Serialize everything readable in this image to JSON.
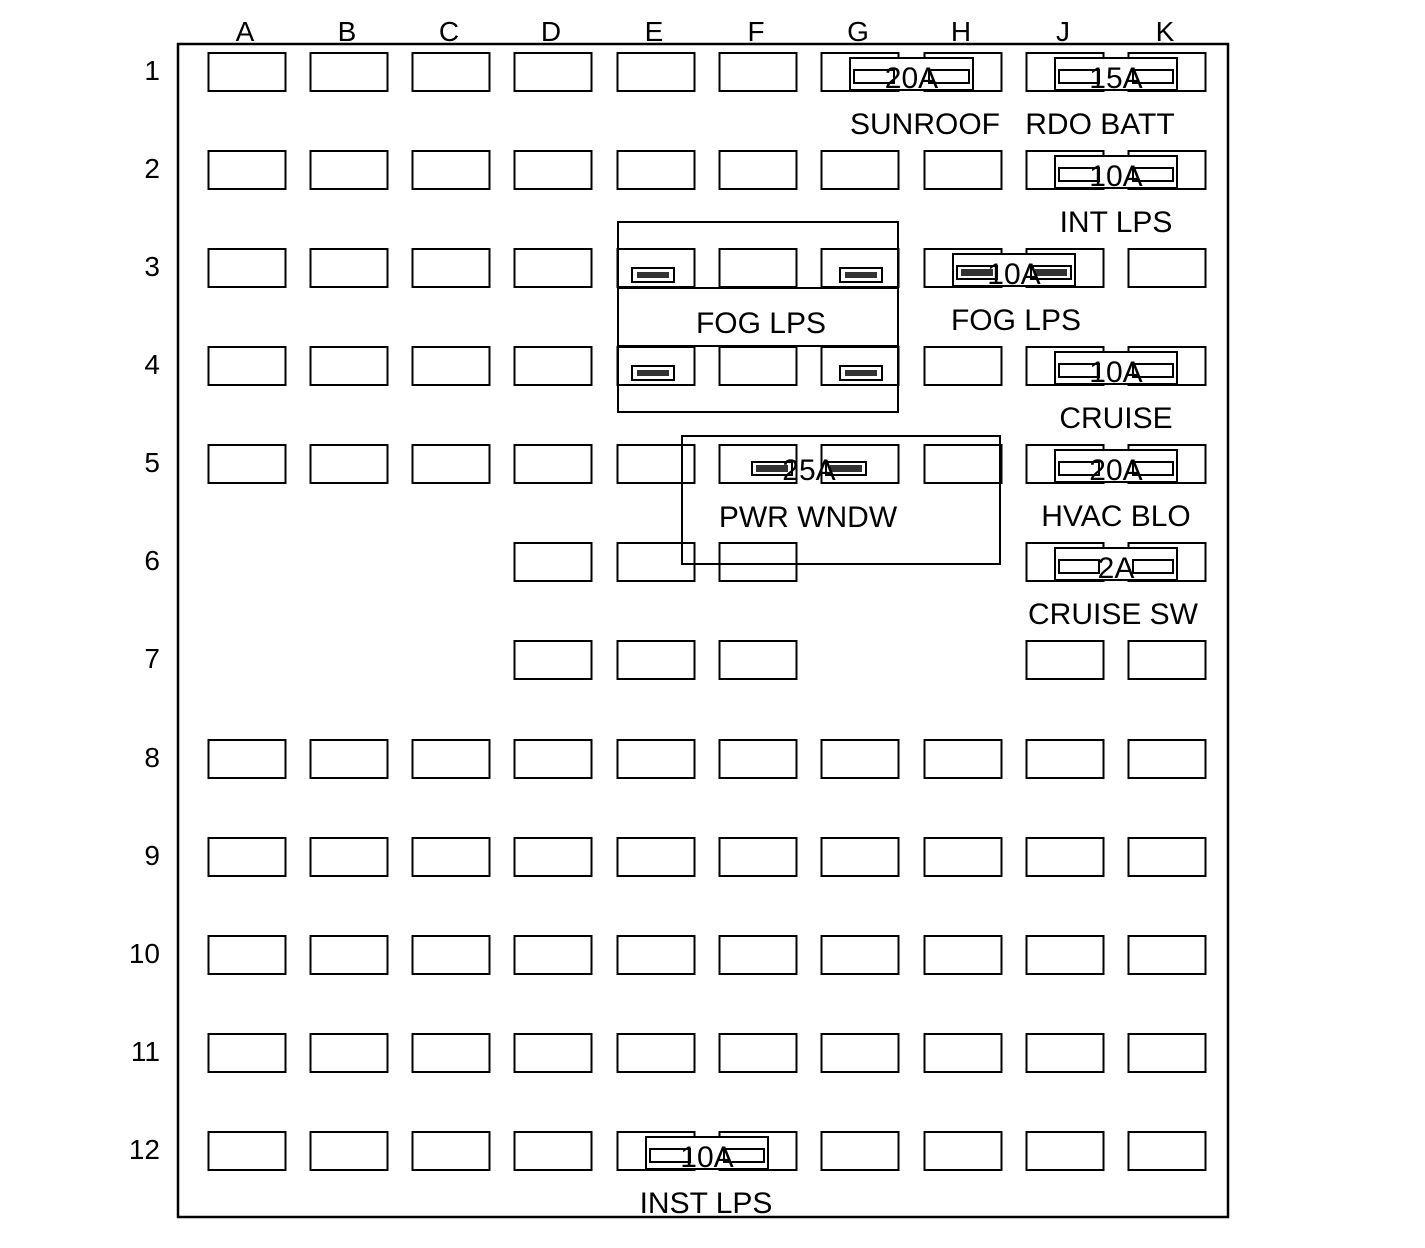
{
  "columns": [
    "A",
    "B",
    "C",
    "D",
    "E",
    "F",
    "G",
    "H",
    "J",
    "K"
  ],
  "rows": [
    "1",
    "2",
    "3",
    "4",
    "5",
    "6",
    "7",
    "8",
    "9",
    "10",
    "11",
    "12"
  ],
  "fuses": [
    {
      "id": "fuse-g1-h1",
      "rating": "20A",
      "label": "SUNROOF",
      "row": 1,
      "cols": [
        "G",
        "H"
      ]
    },
    {
      "id": "fuse-j1-k1",
      "rating": "15A",
      "label": "RDO BATT",
      "row": 1,
      "cols": [
        "J",
        "K"
      ]
    },
    {
      "id": "fuse-j2-k2",
      "rating": "10A",
      "label": "INT LPS",
      "row": 2,
      "cols": [
        "J",
        "K"
      ]
    },
    {
      "id": "fuse-h3-j3",
      "rating": "10A",
      "label": "FOG LPS",
      "row": 3,
      "cols": [
        "H",
        "J"
      ]
    },
    {
      "id": "fuse-j4-k4",
      "rating": "10A",
      "label": "CRUISE",
      "row": 4,
      "cols": [
        "J",
        "K"
      ]
    },
    {
      "id": "fuse-f5-g5",
      "rating": "25A",
      "label": "PWR WNDW",
      "row": 5,
      "cols": [
        "F",
        "G"
      ]
    },
    {
      "id": "fuse-j5-k5",
      "rating": "20A",
      "label": "HVAC BLO",
      "row": 5,
      "cols": [
        "J",
        "K"
      ]
    },
    {
      "id": "fuse-j6-k6",
      "rating": "2A",
      "label": "CRUISE SW",
      "row": 6,
      "cols": [
        "J",
        "K"
      ]
    },
    {
      "id": "fuse-e12-f12",
      "rating": "10A",
      "label": "INST LPS",
      "row": 12,
      "cols": [
        "E",
        "F"
      ]
    }
  ],
  "relay": {
    "label": "FOG LPS",
    "rows": [
      3,
      4
    ],
    "cols": [
      "E",
      "G"
    ]
  },
  "empty_cells": {
    "6": [
      "A",
      "B",
      "C",
      "G",
      "H"
    ],
    "7": [
      "A",
      "B",
      "C",
      "G",
      "H"
    ]
  }
}
